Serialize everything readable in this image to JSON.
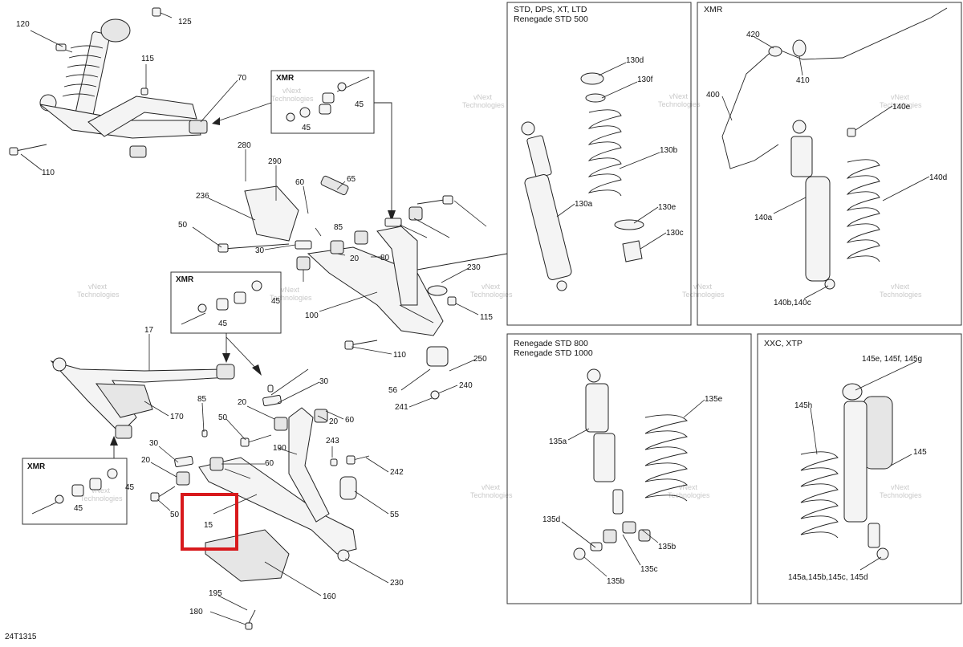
{
  "diagram_code": "24T1315",
  "highlight_callout": "15",
  "callouts": [
    "125",
    "120",
    "115",
    "70",
    "110",
    "280",
    "290",
    "236",
    "60",
    "65",
    "50",
    "85",
    "30",
    "20",
    "80",
    "230",
    "100",
    "115",
    "110",
    "250",
    "56",
    "240",
    "241",
    "17",
    "170",
    "85",
    "50",
    "20",
    "30",
    "60",
    "190",
    "243",
    "242",
    "55",
    "30",
    "20",
    "60",
    "20",
    "50",
    "15",
    "230",
    "160",
    "195",
    "180",
    "45",
    "45",
    "45",
    "45",
    "45",
    "45",
    "130d",
    "130f",
    "130b",
    "130a",
    "130e",
    "130c",
    "420",
    "410",
    "400",
    "140e",
    "140d",
    "140a",
    "140b,140c",
    "135e",
    "135a",
    "135d",
    "135c",
    "135b",
    "135b",
    "145e, 145f, 145g",
    "145h",
    "145",
    "145a,145b,145c, 145d"
  ],
  "panels": {
    "std": {
      "title1": "STD, DPS, XT, LTD",
      "title2": "Renegade STD 500"
    },
    "xmr": {
      "title1": "XMR"
    },
    "ren": {
      "title1": "Renegade STD 800",
      "title2": "Renegade STD 1000"
    },
    "xxc": {
      "title1": "XXC, XTP"
    }
  },
  "inset_labels": [
    "XMR",
    "XMR",
    "XMR"
  ],
  "watermark": {
    "line1": "vNext",
    "line2": "Technologies"
  },
  "colors": {
    "highlight": "#d8191c",
    "line": "#222222",
    "watermark": "#c9c9c9"
  }
}
